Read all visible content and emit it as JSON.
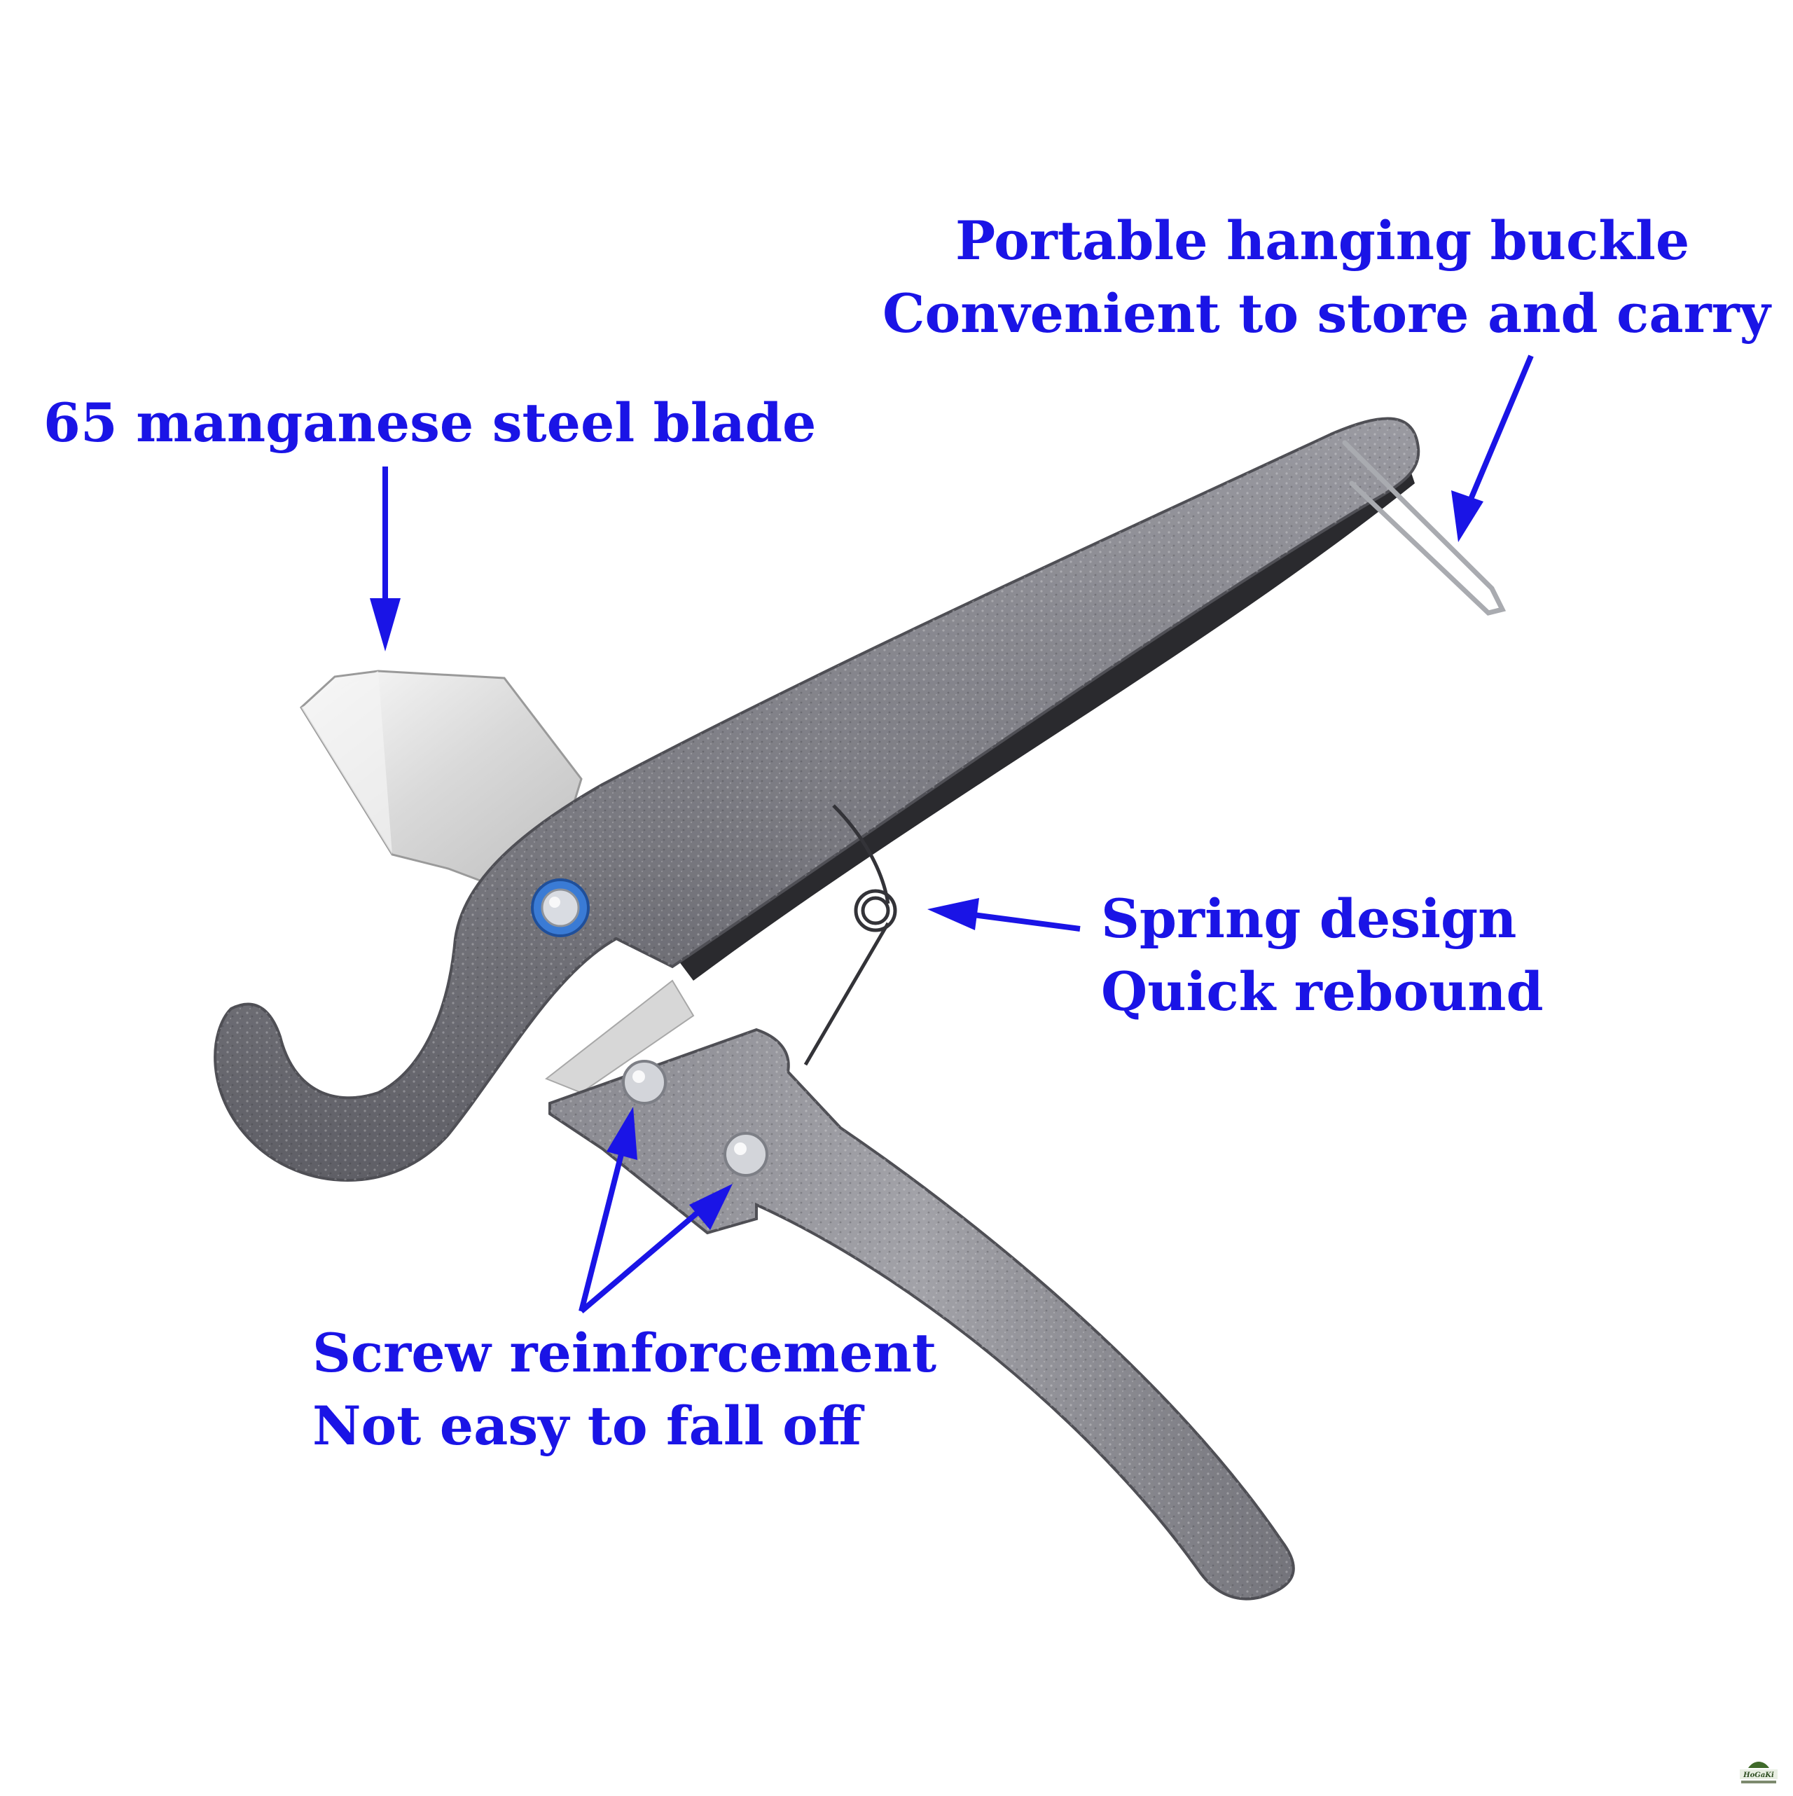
{
  "annotations": {
    "buckle": {
      "line1": "Portable hanging buckle",
      "line2": "Convenient to store and carry"
    },
    "blade": {
      "line1": "65 manganese steel blade"
    },
    "spring": {
      "line1": "Spring design",
      "line2": "Quick rebound"
    },
    "screw": {
      "line1": "Screw reinforcement",
      "line2": "Not easy to fall off"
    }
  },
  "watermark_text": "HoGaKi",
  "colors": {
    "annotation": "#1a14e6",
    "tool_body": "#7d7d84",
    "blade": "#e6e6e6",
    "background": "#ffffff"
  }
}
